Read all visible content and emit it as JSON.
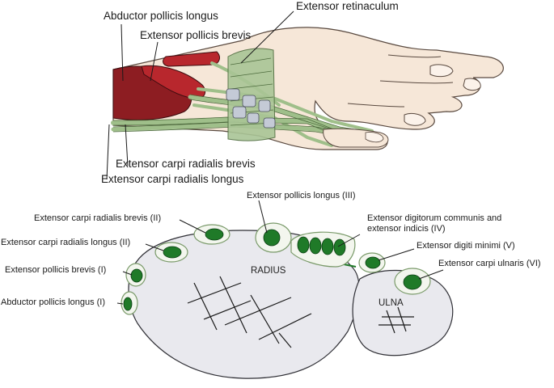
{
  "hand_labels": {
    "apl": "Abductor pollicis longus",
    "epb": "Extensor pollicis brevis",
    "ret": "Extensor retinaculum",
    "ecrb": "Extensor carpi radialis brevis",
    "ecrl": "Extensor carpi radialis longus"
  },
  "section_labels": {
    "epl": "Extensor pollicis longus (III)",
    "ecrb": "Extensor carpi radialis brevis (II)",
    "ecrl": "Extensor carpi radialis longus (II)",
    "epb": "Extensor pollicis brevis (I)",
    "apl": "Abductor pollicis longus (I)",
    "edc": "Extensor digitorum communis and extensor indicis (IV)",
    "edm": "Extensor digiti minimi (V)",
    "ecu": "Extensor carpi ulnaris (VI)"
  },
  "bones": {
    "radius": "RADIUS",
    "ulna": "ULNA"
  },
  "colors": {
    "skin": "#f6e7d8",
    "muscle": "#9a1f24",
    "tendon": "#9fbf8a",
    "retinaculum": "#c4cad6",
    "bone": "#e9e9ee",
    "tendon_dot": "#1f7a28"
  }
}
